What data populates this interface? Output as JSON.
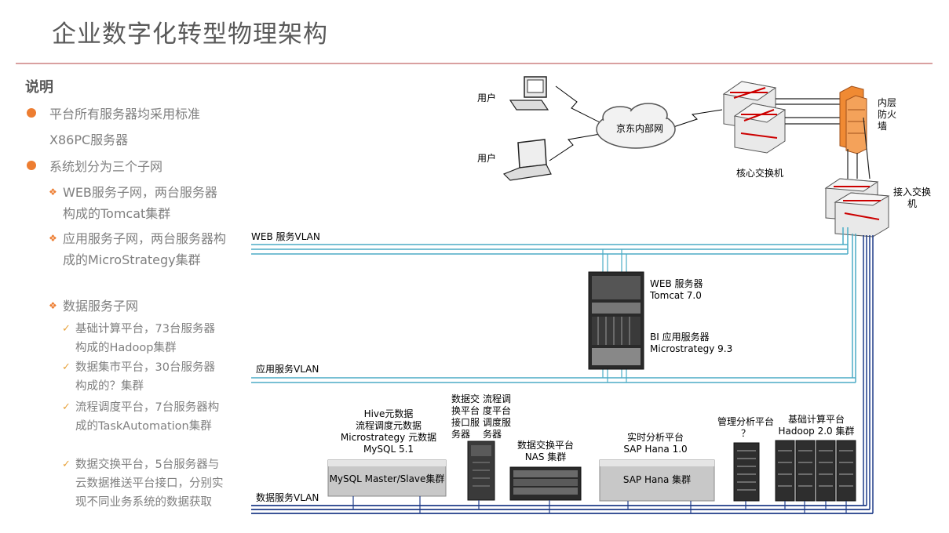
{
  "title": "企业数字化转型物理架构",
  "notes": {
    "heading": "说明",
    "items": [
      {
        "text": "平台所有服务器均采用标准X86PC服务器"
      },
      {
        "text": "系统划分为三个子网"
      }
    ],
    "subitems": [
      "WEB服务子网，两台服务器构成的Tomcat集群",
      "应用服务子网，两台服务器构成的MicroStrategy集群",
      "数据服务子网"
    ],
    "subsubitems": [
      "基础计算平台，73台服务器构成的Hadoop集群",
      "数据集市平台，30台服务器构成的？集群",
      "流程调度平台，7台服务器构成的TaskAutomation集群",
      "数据交换平台，5台服务器与云数据推送平台接口，分别实现不同业务系统的数据获取"
    ]
  },
  "diagram": {
    "user1": "用户",
    "user2": "用户",
    "cloud": "京东内部网",
    "core_switch": "核心交换机",
    "firewall": "内层防火墙",
    "access_switch": "接入交换机",
    "vlan_web": "WEB 服务VLAN",
    "vlan_app": "应用服务VLAN",
    "vlan_data": "数据服务VLAN",
    "web_server": "WEB 服务器\nTomcat 7.0",
    "bi_server": "BI 应用服务器\nMicrostrategy 9.3",
    "mysql_label": "Hive元数据\n流程调度元数据\nMicrostrategy 元数据\nMySQL 5.1",
    "mysql_box": "MySQL Master/Slave集群",
    "exchange_label": "数据交\n换平台\n接口服\n务器",
    "scheduler_label": "流程调\n度平台\n调度服\n务器",
    "nas_label": "数据交换平台\nNAS 集群",
    "hana_label": "实时分析平台\nSAP Hana 1.0",
    "hana_box": "SAP Hana 集群",
    "mgmt_label": "管理分析平台\n？",
    "hadoop_label": "基础计算平台\nHadoop 2.0 集群"
  },
  "colors": {
    "accent": "#ed7d31",
    "rule": "#d9a0a0",
    "vlan_web": "#4bacc6",
    "vlan_data": "#1f3c88"
  }
}
